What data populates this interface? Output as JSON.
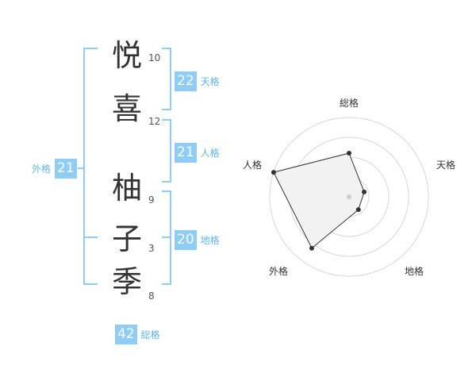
{
  "name_chars": [
    {
      "char": "悦",
      "strokes": "10"
    },
    {
      "char": "喜",
      "strokes": "12"
    },
    {
      "char": "柚",
      "strokes": "9"
    },
    {
      "char": "子",
      "strokes": "3"
    },
    {
      "char": "季",
      "strokes": "8"
    }
  ],
  "scores": {
    "tenkaku": {
      "value": "22",
      "label": "天格"
    },
    "jinkaku": {
      "value": "21",
      "label": "人格"
    },
    "chikaku": {
      "value": "20",
      "label": "地格"
    },
    "gaikaku": {
      "value": "21",
      "label": "外格"
    },
    "soukaku": {
      "value": "42",
      "label": "総格"
    }
  },
  "radar": {
    "axes": [
      "総格",
      "天格",
      "地格",
      "外格",
      "人格"
    ],
    "values": [
      0.55,
      0.2,
      0.2,
      0.8,
      1.0
    ],
    "max": 1.0,
    "rings": 4
  },
  "colors": {
    "accent": "#8fcdf6",
    "accent_text": "#5fb7ea",
    "text": "#333333",
    "radar_fill": "#f2f2f2"
  }
}
